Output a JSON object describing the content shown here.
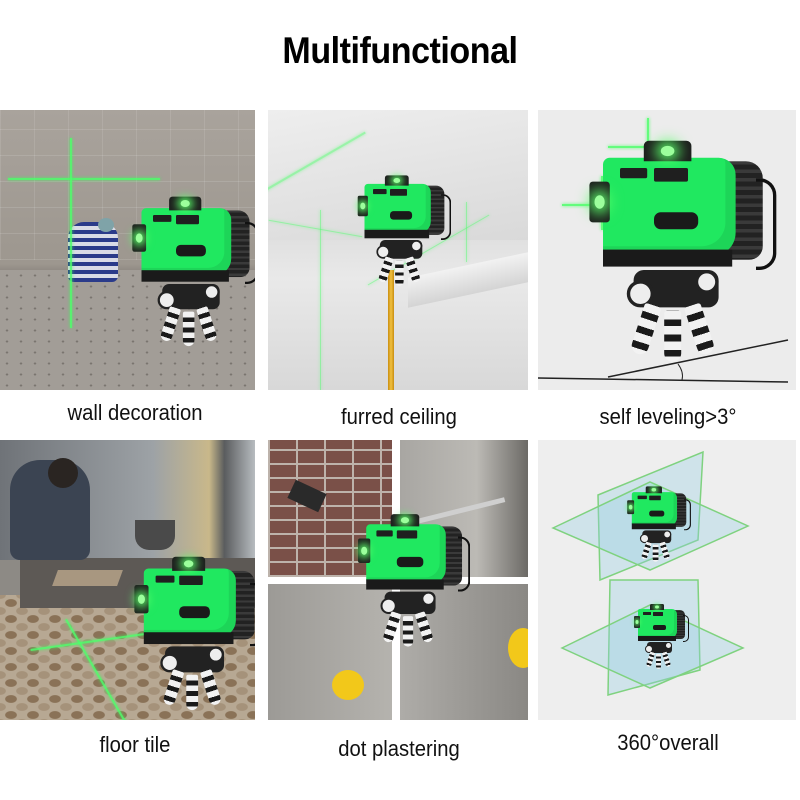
{
  "title": "Multifunctional",
  "panels": [
    {
      "id": "wall-decoration",
      "caption": "wall decoration"
    },
    {
      "id": "furred-ceiling",
      "caption": "furred ceiling"
    },
    {
      "id": "self-leveling",
      "caption": "self leveling>3°"
    },
    {
      "id": "floor-tile",
      "caption": "floor tile"
    },
    {
      "id": "dot-plastering",
      "caption": "dot plastering"
    },
    {
      "id": "overall-360",
      "caption": "360°overall"
    }
  ],
  "colors": {
    "laser_green": "#4dff6a",
    "device_green": "#20e860",
    "device_black": "#1d1d1d",
    "pole_yellow": "#e8b020",
    "helmet_yellow": "#f2c81a"
  }
}
